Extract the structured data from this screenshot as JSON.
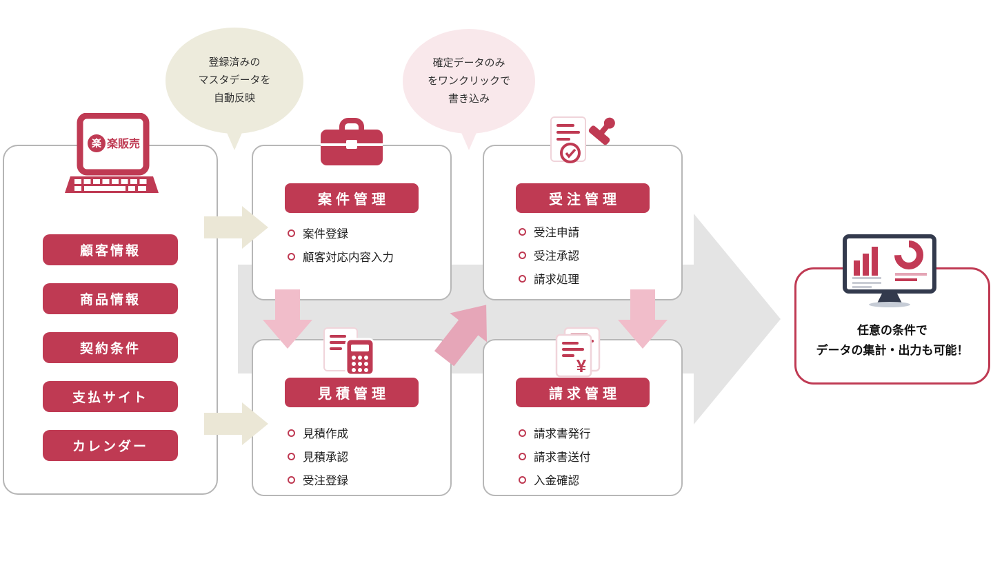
{
  "colors": {
    "brand_red": "#bf3a53",
    "beige_arrow": "#ebe7d6",
    "pink_arrow": "#f1bdca",
    "pink_arrow_dark": "#e6a6b8",
    "gray_arrow": "#e4e4e4",
    "bubble_beige": "#edebdc",
    "bubble_pink": "#f9e8eb",
    "box_border_gray": "#b7b7b7",
    "monitor_navy": "#333a4d"
  },
  "source_panel": {
    "logo_mark": "楽",
    "logo_rest": "楽販売",
    "items": [
      "顧客情報",
      "商品情報",
      "契約条件",
      "支払サイト",
      "カレンダー"
    ]
  },
  "bubbles": [
    {
      "line1": "登録済みの",
      "line2": "マスタデータを",
      "line3": "自動反映"
    },
    {
      "line1": "確定データのみ",
      "line2": "をワンクリックで",
      "line3": "書き込み"
    }
  ],
  "modules": [
    {
      "title": "案件管理",
      "icon": "briefcase-icon",
      "items": [
        "案件登録",
        "顧客対応内容入力"
      ]
    },
    {
      "title": "受注管理",
      "icon": "stamp-icon",
      "items": [
        "受注申請",
        "受注承認",
        "請求処理"
      ]
    },
    {
      "title": "見積管理",
      "icon": "calculator-icon",
      "items": [
        "見積作成",
        "見積承認",
        "受注登録"
      ]
    },
    {
      "title": "請求管理",
      "icon": "invoice-icon",
      "items": [
        "請求書発行",
        "請求書送付",
        "入金確認"
      ]
    }
  ],
  "output": {
    "line1": "任意の条件で",
    "line2": "データの集計・出力も可能！",
    "yen_glyph": "¥"
  }
}
